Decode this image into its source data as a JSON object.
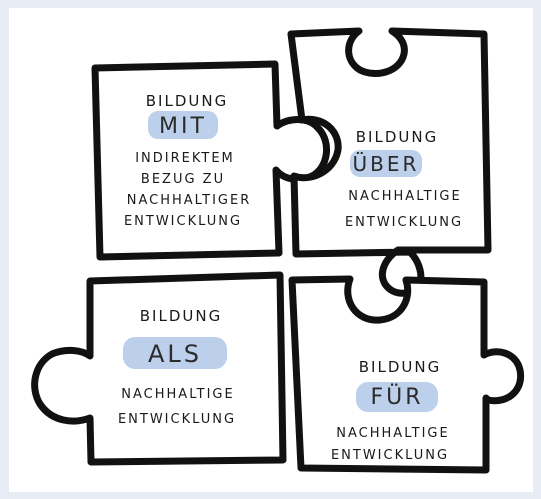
{
  "pieces": {
    "top_left": {
      "title": "BILDUNG",
      "keyword": "MIT",
      "lines": [
        "INDIREKTEM",
        "BEZUG ZU",
        "NACHHALTIGER",
        "ENTWICKLUNG"
      ]
    },
    "top_right": {
      "title": "BILDUNG",
      "keyword": "ÜBER",
      "lines": [
        "NACHHALTIGE",
        "ENTWICKLUNG"
      ]
    },
    "bottom_left": {
      "title": "BILDUNG",
      "keyword": "ALS",
      "lines": [
        "NACHHALTIGE",
        "ENTWICKLUNG"
      ]
    },
    "bottom_right": {
      "title": "BILDUNG",
      "keyword": "FÜR",
      "lines": [
        "NACHHALTIGE",
        "ENTWICKLUNG"
      ]
    }
  },
  "colors": {
    "highlight": "#b9cdea",
    "stroke": "#111111",
    "background": "#e8edf5",
    "panel": "#ffffff"
  }
}
